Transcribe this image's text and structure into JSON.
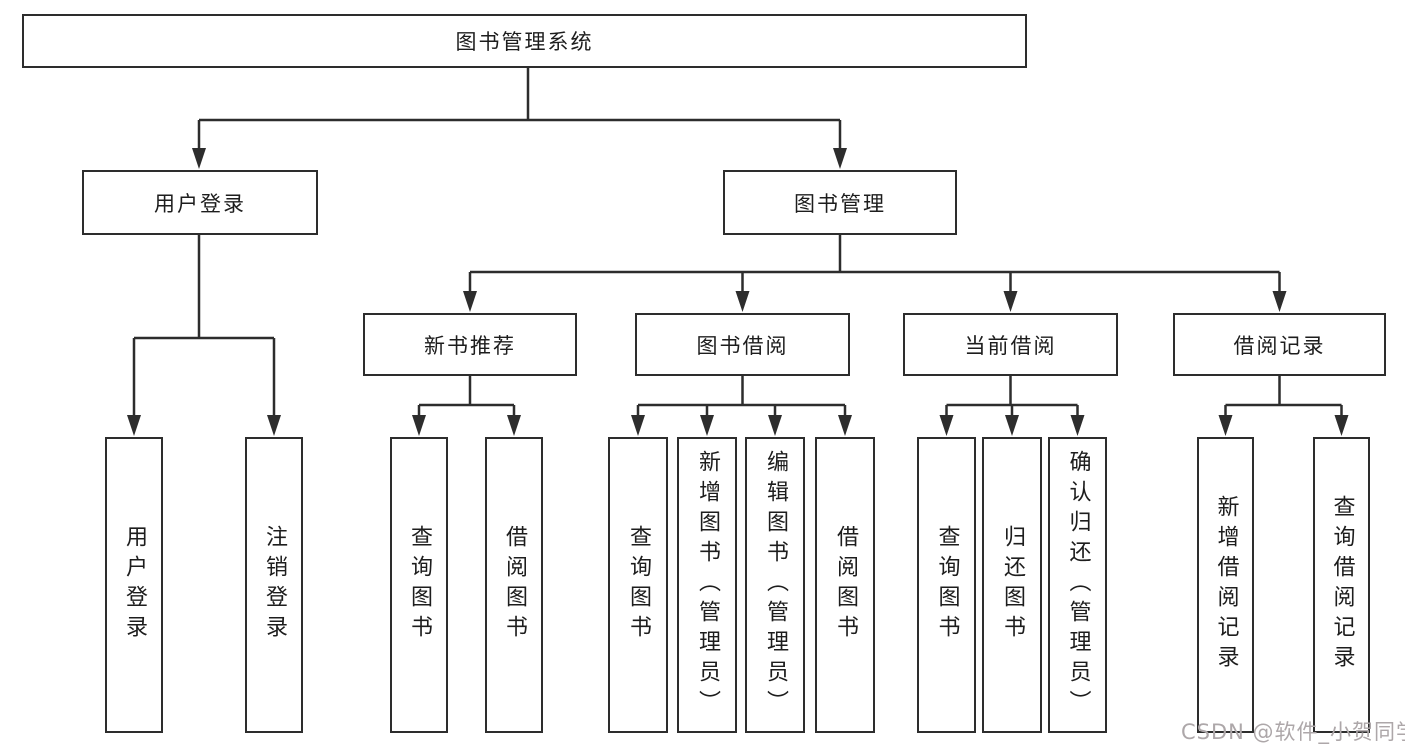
{
  "colors": {
    "background": "#ffffff",
    "line": "#2d2d2d",
    "box_border": "#2d2d2d",
    "text": "#1d1d1d",
    "watermark": "#ada7a9"
  },
  "watermark": {
    "text": "CSDN @软件_小贺同学"
  },
  "tree": {
    "label": "图书管理系统",
    "children": [
      {
        "label": "用户登录",
        "children": [
          {
            "label": "用户登录"
          },
          {
            "label": "注销登录"
          }
        ]
      },
      {
        "label": "图书管理",
        "children": [
          {
            "label": "新书推荐",
            "children": [
              {
                "label": "查询图书"
              },
              {
                "label": "借阅图书"
              }
            ]
          },
          {
            "label": "图书借阅",
            "children": [
              {
                "label": "查询图书"
              },
              {
                "label": "新增图书（管理员）"
              },
              {
                "label": "编辑图书（管理员）"
              },
              {
                "label": "借阅图书"
              }
            ]
          },
          {
            "label": "当前借阅",
            "children": [
              {
                "label": "查询图书"
              },
              {
                "label": "归还图书"
              },
              {
                "label": "确认归还（管理员）"
              }
            ]
          },
          {
            "label": "借阅记录",
            "children": [
              {
                "label": "新增借阅记录"
              },
              {
                "label": "查询借阅记录"
              }
            ]
          }
        ]
      }
    ]
  }
}
